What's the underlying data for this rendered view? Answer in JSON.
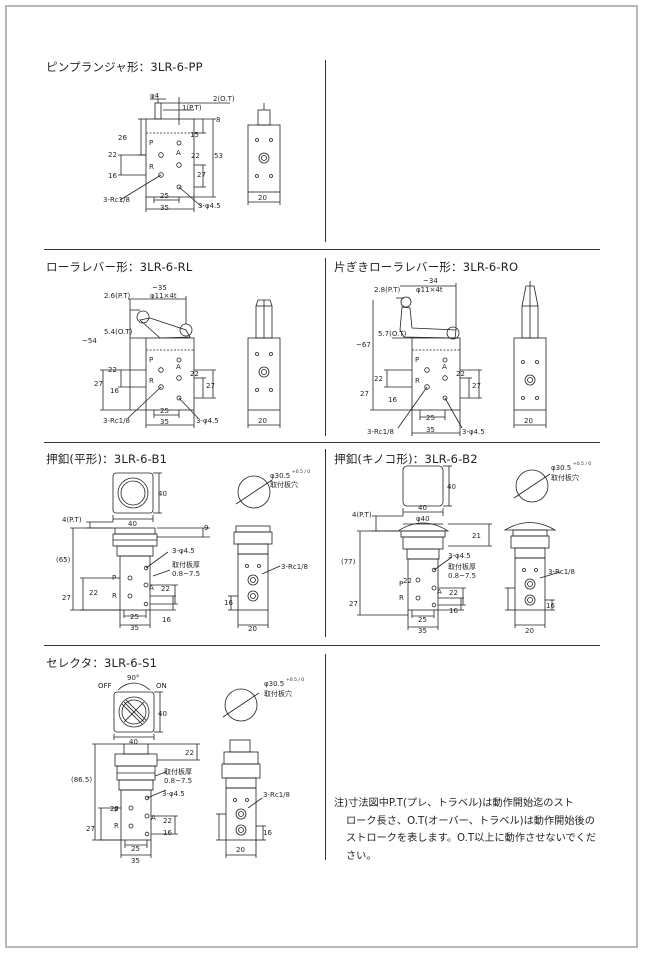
{
  "sections": {
    "pp": {
      "title": "ピンプランジャ形：3LR-6-PP",
      "labels": {
        "phi4": "φ4",
        "pt": "1(P.T)",
        "ot": "2(O.T)",
        "d8": "8",
        "d15": "15",
        "d26": "26",
        "d22a": "22",
        "d22b": "22",
        "d53": "53",
        "d27": "27",
        "d16": "16",
        "P": "P",
        "A": "A",
        "R": "R",
        "rc": "3-Rc1/8",
        "d25": "25",
        "d35": "35",
        "hole": "3-φ4.5",
        "d20": "20"
      }
    },
    "rl": {
      "title": "ローラレバー形：3LR-6-RL",
      "labels": {
        "d35": "~35",
        "pt": "2.6(P.T)",
        "roller": "φ11×4t",
        "ot": "5.4(O.T)",
        "d54": "~54",
        "d22a": "22",
        "d22b": "22",
        "d27a": "27",
        "d27b": "27",
        "d16": "16",
        "P": "P",
        "A": "A",
        "R": "R",
        "rc": "3-Rc1/8",
        "d25": "25",
        "d35b": "35",
        "hole": "3-φ4.5",
        "d20": "20"
      }
    },
    "ro": {
      "title": "片ぎきローラレバー形：3LR-6-RO",
      "labels": {
        "d34": "~34",
        "pt": "2.8(P.T)",
        "roller": "φ11×4t",
        "ot": "5.7(O.T)",
        "d67": "~67",
        "d22a": "22",
        "d22b": "22",
        "d27a": "27",
        "d27b": "27",
        "d16": "16",
        "P": "P",
        "A": "A",
        "R": "R",
        "rc": "3-Rc1/8",
        "d25": "25",
        "d35": "35",
        "hole": "3-φ4.5",
        "d20": "20"
      }
    },
    "b1": {
      "title": "押釦(平形)：3LR-6-B1",
      "labels": {
        "d40a": "40",
        "d40b": "40",
        "pt": "4(P.T)",
        "d9": "9",
        "d65": "(65)",
        "hole": "3-φ4.5",
        "plate": "取付板厚",
        "plate_range": "0.8~7.5",
        "d22a": "22",
        "d22b": "22",
        "d27": "27",
        "d16a": "16",
        "d16b": "16",
        "P": "P",
        "A": "A",
        "R": "R",
        "d25": "25",
        "d35": "35",
        "rc": "3-Rc1/8",
        "d20": "20",
        "panel_hole": "φ30.5",
        "tol": "+0.5 / 0",
        "panel_label": "取付板穴"
      }
    },
    "b2": {
      "title": "押釦(キノコ形)：3LR-6-B2",
      "labels": {
        "d40a": "40",
        "d40b": "40",
        "phi40": "φ40",
        "pt": "4(P.T)",
        "d21": "21",
        "d77": "(77)",
        "hole": "3-φ4.5",
        "plate": "取付板厚",
        "plate_range": "0.8~7.5",
        "d22a": "22",
        "d22b": "22",
        "d27": "27",
        "d16a": "16",
        "d16b": "16",
        "P": "P",
        "A": "A",
        "R": "R",
        "d25": "25",
        "d35": "35",
        "rc": "3-Rc1/8",
        "d20": "20",
        "panel_hole": "φ30.5",
        "tol": "+0.5 / 0",
        "panel_label": "取付板穴"
      }
    },
    "s1": {
      "title": "セレクタ：3LR-6-S1",
      "labels": {
        "angle": "90°",
        "off": "OFF",
        "on": "ON",
        "d40a": "40",
        "d40b": "40",
        "d22a": "22",
        "d86": "(86.5)",
        "plate": "取付板厚",
        "plate_range": "0.8~7.5",
        "hole": "3-φ4.5",
        "rc": "3-Rc1/8",
        "d22b": "22",
        "d22c": "22",
        "d27": "27",
        "d16a": "16",
        "d16b": "16",
        "P": "P",
        "A": "A",
        "R": "R",
        "d25": "25",
        "d35": "35",
        "d20": "20",
        "panel_hole": "φ30.5",
        "tol": "+0.5 / 0",
        "panel_label": "取付板穴"
      }
    }
  },
  "note": {
    "first": "注)寸法図中P.T(プレ、トラベル)は動作開始迄のスト",
    "rest": "ローク長さ、O.T(オーバー、トラベル)は動作開始後のストロークを表します。O.T以上に動作させないでください。"
  }
}
